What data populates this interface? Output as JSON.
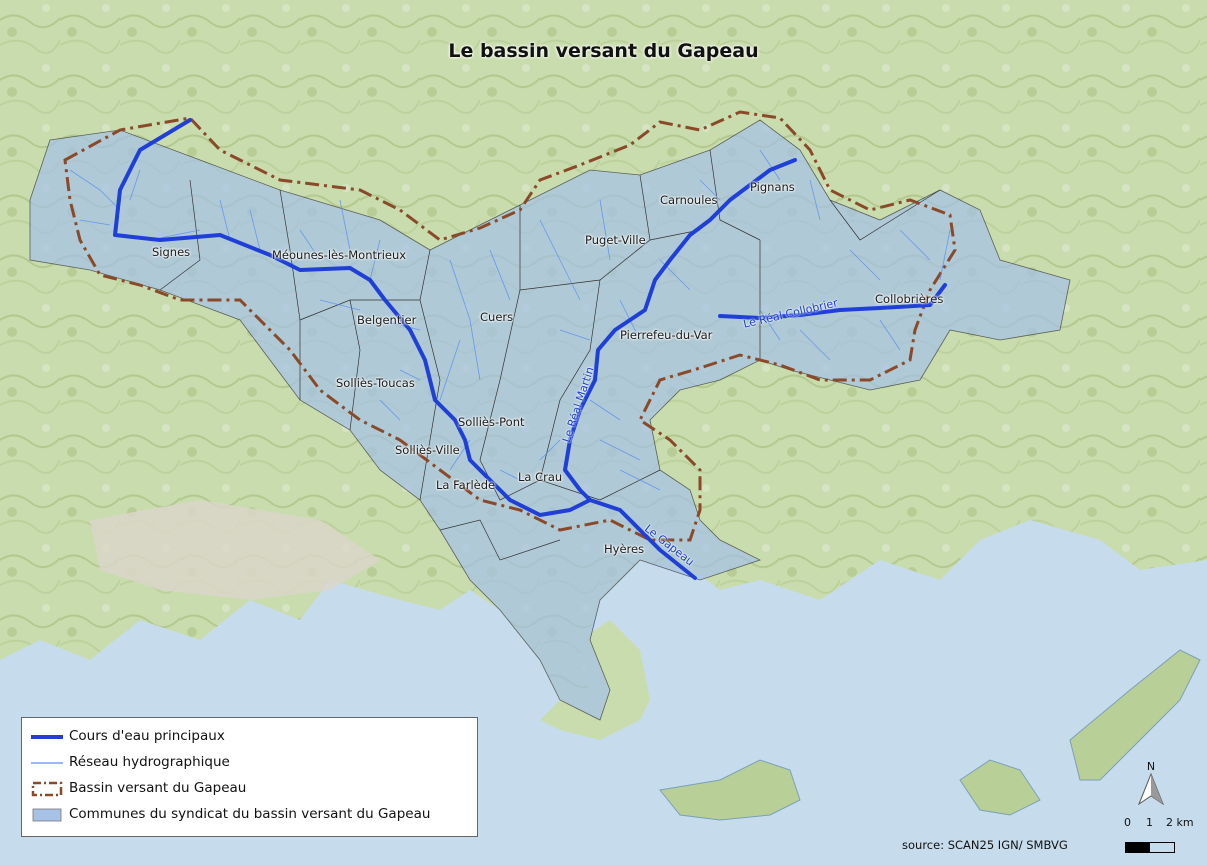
{
  "title": "Le bassin versant du Gapeau",
  "communes": [
    {
      "name": "Signes"
    },
    {
      "name": "Méounes-lès-Montrieux"
    },
    {
      "name": "Belgentier"
    },
    {
      "name": "Cuers"
    },
    {
      "name": "Puget-Ville"
    },
    {
      "name": "Carnoules"
    },
    {
      "name": "Pignans"
    },
    {
      "name": "Collobrières"
    },
    {
      "name": "Pierrefeu-du-Var"
    },
    {
      "name": "Solliès-Toucas"
    },
    {
      "name": "Solliès-Pont"
    },
    {
      "name": "Solliès-Ville"
    },
    {
      "name": "La Farlède"
    },
    {
      "name": "La Crau"
    },
    {
      "name": "Hyères"
    }
  ],
  "rivers": [
    {
      "name": "Le Réal Collobrier"
    },
    {
      "name": "Le Réal Martin"
    },
    {
      "name": "Le Gapeau"
    }
  ],
  "legend": {
    "main_rivers": "Cours d'eau principaux",
    "hydro_network": "Réseau hydrographique",
    "watershed": "Bassin versant du Gapeau",
    "syndicate": "Communes du syndicat du bassin versant du Gapeau"
  },
  "source": "source: SCAN25 IGN/ SMBVG",
  "north_label": "N",
  "scale": {
    "ticks": [
      "0",
      "1",
      "2 km"
    ]
  },
  "colors": {
    "main_river": "#1f3fd6",
    "hydro": "#5a8ff0",
    "watershed_boundary": "#8a4a2a",
    "commune_fill": "#a6c2e6",
    "sea": "#c6dcec",
    "land": "#cfe0b8"
  },
  "icons": {
    "north": "north-arrow-icon"
  }
}
